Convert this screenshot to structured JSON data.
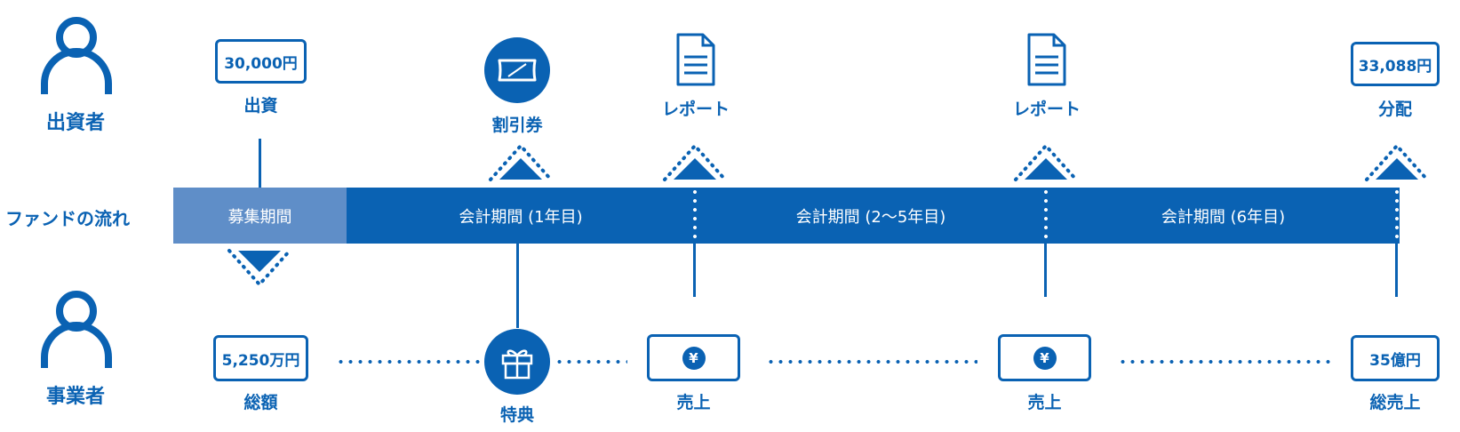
{
  "roles": {
    "investor": "出資者",
    "business": "事業者"
  },
  "flow_label": "ファンドの流れ",
  "periods": [
    {
      "label": "募集期間"
    },
    {
      "label": "会計期間 (1年目)"
    },
    {
      "label": "会計期間 (2〜5年目)"
    },
    {
      "label": "会計期間 (6年目)"
    }
  ],
  "investor_events": {
    "investment": {
      "amount": "30,000円",
      "caption": "出資"
    },
    "discount": {
      "caption": "割引券"
    },
    "report1": {
      "caption": "レポート"
    },
    "report2": {
      "caption": "レポート"
    },
    "distribution": {
      "amount": "33,088円",
      "caption": "分配"
    }
  },
  "business_events": {
    "total": {
      "amount": "5,250万円",
      "caption": "総額"
    },
    "benefit": {
      "caption": "特典"
    },
    "sales1": {
      "symbol": "¥",
      "caption": "売上"
    },
    "sales2": {
      "symbol": "¥",
      "caption": "売上"
    },
    "total_sales": {
      "amount": "35億円",
      "caption": "総売上"
    }
  },
  "colors": {
    "primary": "#0a62b3",
    "recruit": "#5f8ec8",
    "white": "#ffffff"
  }
}
